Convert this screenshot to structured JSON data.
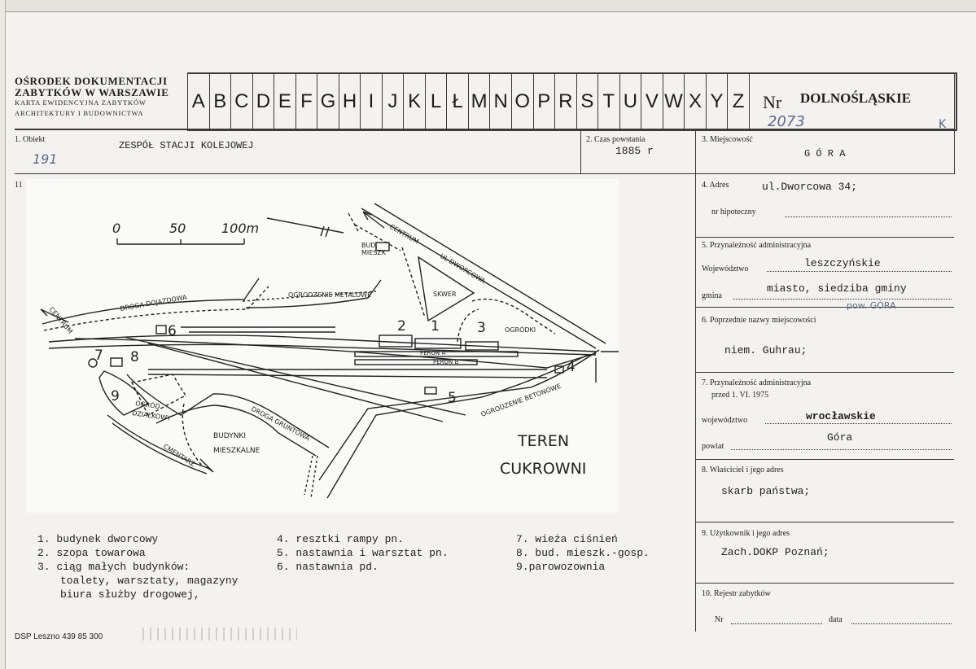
{
  "institution": {
    "line1": "OŚRODEK DOKUMENTACJI",
    "line2": "ZABYTKÓW W WARSZAWIE",
    "line3": "KARTA EWIDENCYJNA ZABYTKÓW",
    "line4": "ARCHITEKTURY I BUDOWNICTWA"
  },
  "alphabet": [
    "A",
    "B",
    "C",
    "D",
    "E",
    "F",
    "G",
    "H",
    "I",
    "J",
    "K",
    "L",
    "Ł",
    "M",
    "N",
    "O",
    "P",
    "R",
    "S",
    "T",
    "U",
    "V",
    "W",
    "X",
    "Y",
    "Z"
  ],
  "nr_label": "Nr",
  "voivodeship_header": "DOLNOŚLĄSKIE",
  "hand_number": "2073",
  "hand_corner": "K",
  "field1": {
    "label": "1. Obiekt",
    "value": "ZESPÓŁ STACJI KOLEJOWEJ",
    "hand_note": "191"
  },
  "field2": {
    "label": "2. Czas powstania",
    "value": "1885 r"
  },
  "field3": {
    "label": "3. Miejscowość",
    "value": "G Ó R A"
  },
  "field11": {
    "label": "11"
  },
  "field4": {
    "label": "4. Adres",
    "value": "ul.Dworcowa 34;",
    "sub_label": "nr hipoteczny"
  },
  "field5": {
    "label": "5. Przynależność administracyjna",
    "woj_label": "Województwo",
    "woj_value": "leszczyńskie",
    "gmina_label": "gmina",
    "gmina_value": "miasto, siedziba gminy",
    "hand_note": "pow. GÓRA"
  },
  "field6": {
    "label": "6. Poprzednie nazwy miejscowości",
    "value": "niem. Guhrau;"
  },
  "field7": {
    "label": "7. Przynależność administracyjna",
    "sub": "przed 1. VI. 1975",
    "woj_label": "województwo",
    "woj_value": "wrocławskie",
    "powiat_label": "powiat",
    "powiat_value": "Góra"
  },
  "field8": {
    "label": "8. Właściciel i jego adres",
    "value": "skarb państwa;"
  },
  "field9": {
    "label": "9. Użytkownik i jego adres",
    "value": "Zach.DOKP Poznań;"
  },
  "field10": {
    "label": "10. Rejestr zabytków",
    "nr_label": "Nr",
    "data_label": "data"
  },
  "map": {
    "scale": [
      "0",
      "50",
      "100m"
    ],
    "labels": {
      "centrum_top": "CENTRUM",
      "ul_dworcowa": "UL DWORCOWA",
      "bud_mieszk": "BUD.",
      "bud_mieszk2": "MIESZK",
      "droga_dojazdowa": "DROGA DOJAZDOWA",
      "ogrodzenie_metalowe": "OGRODZENIE METALOWE",
      "skwer": "SKWER",
      "ogrodki": "OGRÓDKI",
      "centrum_left": "CENTRUM",
      "peron_a": "PERON A",
      "peron_b": "PERON B",
      "ogrod": "OGRÓD",
      "dzialkowy": "DZIAŁKOWY",
      "droga_gruntowa": "DROGA GRUNTOWA",
      "budynki": "BUDYNKI",
      "mieszkalne": "MIESZKALNE",
      "cmentarz": "CMENTARZ",
      "ogrodzenie_betonowe": "OGRODZENIE BETONOWE",
      "teren": "TEREN",
      "cukrowni": "CUKROWNI"
    },
    "numbers": [
      "1",
      "2",
      "3",
      "4",
      "5",
      "6",
      "7",
      "8",
      "9"
    ]
  },
  "legend": {
    "col1": [
      "1. budynek dworcowy",
      "2. szopa towarowa",
      "3. ciąg małych budynków:",
      "toalety, warsztaty, magazyny",
      "biura służby drogowej,"
    ],
    "col2": [
      "4. resztki rampy pn.",
      "5. nastawnia i warsztat pn.",
      "6. nastawnia pd."
    ],
    "col3": [
      "7. wieża ciśnień",
      "8. bud. mieszk.-gosp.",
      "9.parowozownia"
    ]
  },
  "footer": "DSP Leszno 439 85 300"
}
